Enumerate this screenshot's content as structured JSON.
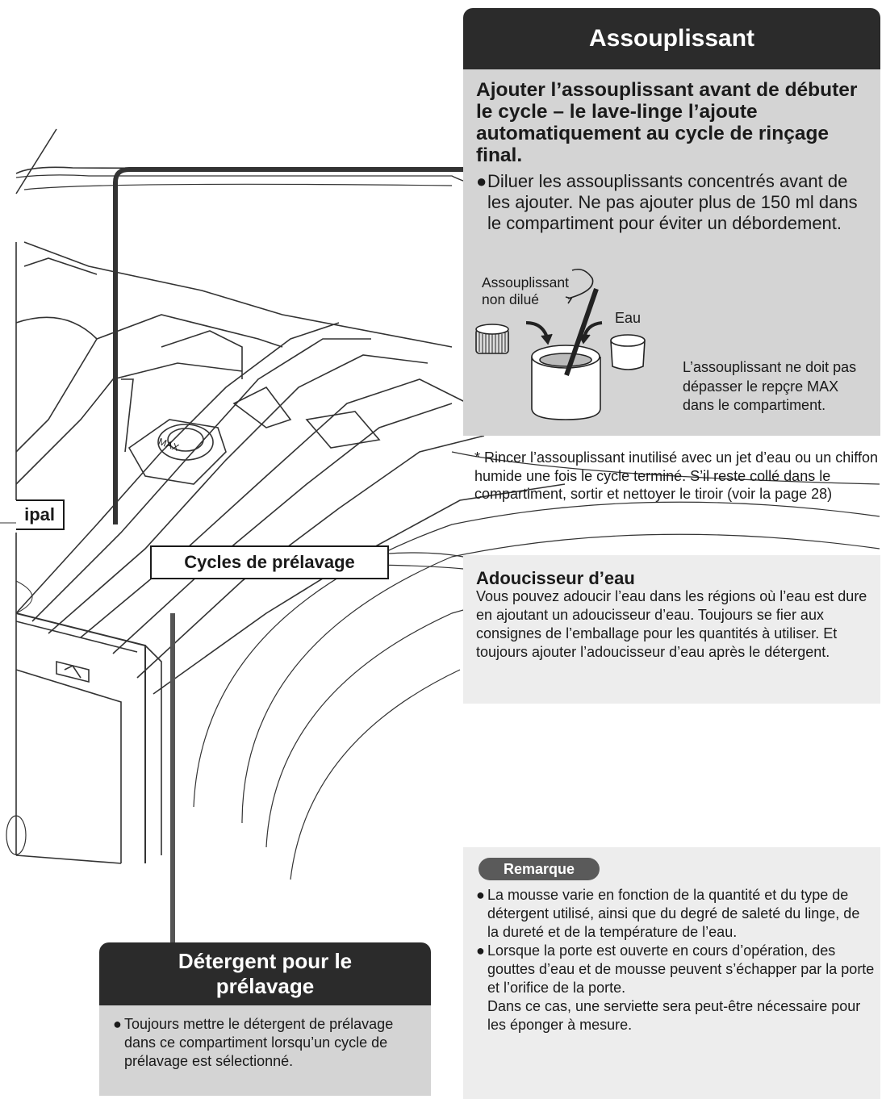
{
  "softener": {
    "title": "Assouplissant",
    "lead": "Ajouter l’assouplissant avant de débuter le cycle – le lave-linge l’ajoute automatiquement au cycle de rinçage final.",
    "bullet": "Diluer les assouplissants concentrés avant de les ajouter. Ne pas ajouter plus de 150 ml dans le compartiment pour éviter un débordement.",
    "label_undiluted_1": "Assouplissant",
    "label_undiluted_2": "non dilué",
    "label_water": "Eau",
    "max_note": "L’assouplissant ne doit pas dépasser le repçre MAX dans le compartiment.",
    "footnote": "* Rincer l’assouplissant inutilisé avec un jet d’eau ou un chiffon humide une fois le cycle terminé. S’il reste collé dans le compartiment, sortir et nettoyer le tiroir (voir la page 28)"
  },
  "water_softener": {
    "title": "Adoucisseur d’eau",
    "text": "Vous pouvez adoucir l’eau dans les régions où l’eau est dure en ajoutant un adoucisseur d’eau. Toujours se fier aux consignes de l’emballage pour les quantités à utiliser. Et toujours ajouter l’adoucisseur d’eau après le détergent."
  },
  "illustration": {
    "label_main": "ipal",
    "label_prewash_cycles": "Cycles de prélavage",
    "max_mark": "MAX"
  },
  "remark": {
    "title": "Remarque",
    "items": [
      "La mousse varie en fonction de la quantité et du type de détergent utilisé, ainsi que du degré de saleté du linge, de la dureté et de la température de l’eau.",
      "Lorsque la porte est ouverte en cours d’opération, des gouttes d’eau et de mousse peuvent s’échapper par la porte et l’orifice de la porte."
    ],
    "continuation": "Dans ce cas, une serviette sera peut-être nécessaire pour les éponger à mesure."
  },
  "prewash": {
    "title_1": "Détergent pour le",
    "title_2": "prélavage",
    "bullet": "Toujours mettre le détergent de prélavage dans ce compartiment lorsqu’un cycle de prélavage est sélectionné."
  },
  "colors": {
    "header_dark": "#2b2b2b",
    "panel_gray": "#d4d4d4",
    "box_light": "#ededed",
    "pill_gray": "#5a5a5a"
  }
}
